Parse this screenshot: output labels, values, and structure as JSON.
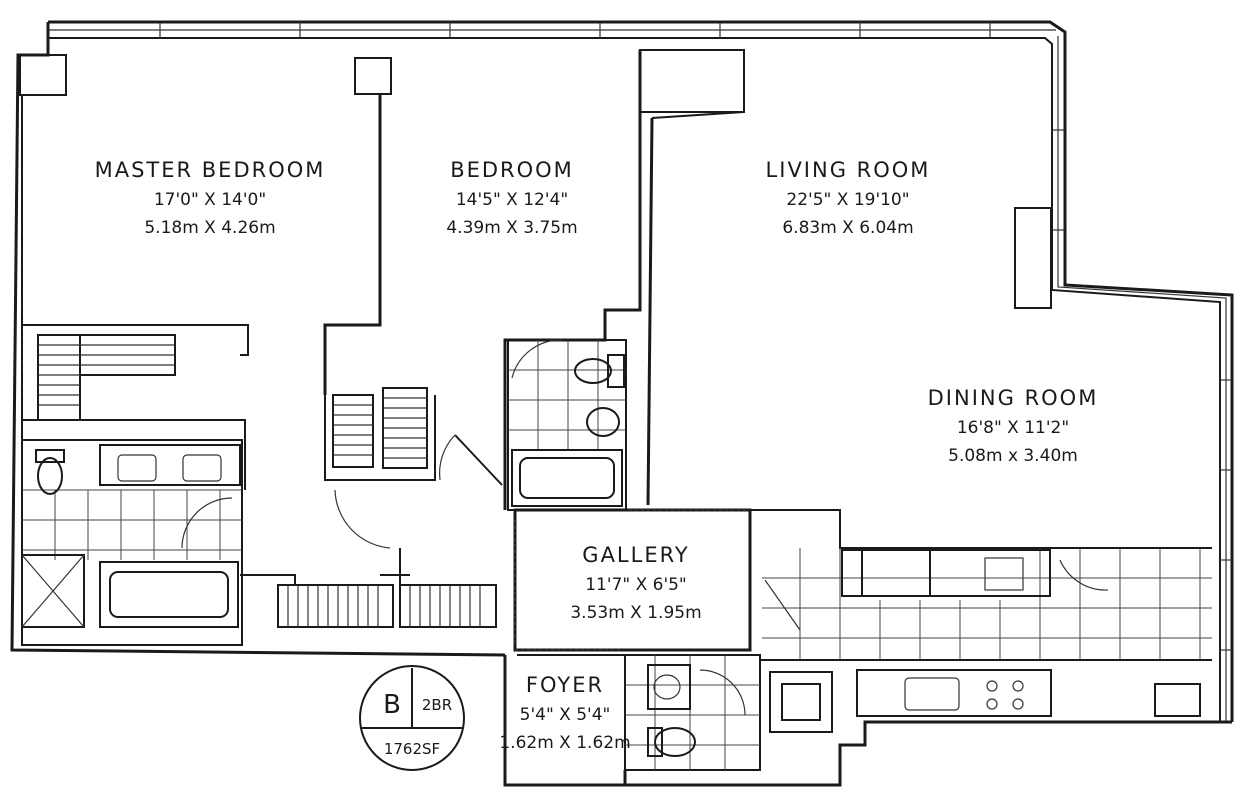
{
  "rooms": {
    "master_bedroom": {
      "name": "MASTER BEDROOM",
      "imperial": "17'0\" X 14'0\"",
      "metric": "5.18m X 4.26m"
    },
    "bedroom": {
      "name": "BEDROOM",
      "imperial": "14'5\" X 12'4\"",
      "metric": "4.39m X 3.75m"
    },
    "living_room": {
      "name": "LIVING ROOM",
      "imperial": "22'5\" X 19'10\"",
      "metric": "6.83m X 6.04m"
    },
    "dining_room": {
      "name": "DINING ROOM",
      "imperial": "16'8\" X 11'2\"",
      "metric": "5.08m x 3.40m"
    },
    "gallery": {
      "name": "GALLERY",
      "imperial": "11'7\" X 6'5\"",
      "metric": "3.53m X 1.95m"
    },
    "foyer": {
      "name": "FOYER",
      "imperial": "5'4\" X 5'4\"",
      "metric": "1.62m X 1.62m"
    }
  },
  "unit_badge": {
    "letter": "B",
    "type": "2BR",
    "area": "1762SF"
  },
  "colors": {
    "ink": "#1a1a1a",
    "paper": "#ffffff"
  }
}
